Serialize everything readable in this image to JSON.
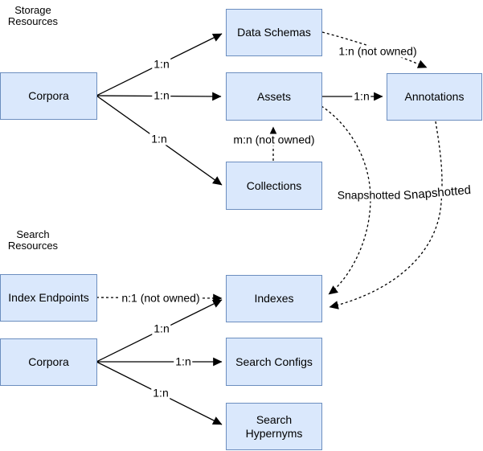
{
  "regions": {
    "storage": {
      "line1": "Storage",
      "line2": "Resources"
    },
    "search": {
      "line1": "Search",
      "line2": "Resources"
    }
  },
  "nodes": {
    "corpora_storage": "Corpora",
    "data_schemas": "Data Schemas",
    "assets": "Assets",
    "annotations": "Annotations",
    "collections": "Collections",
    "index_endpoints": "Index Endpoints",
    "corpora_search": "Corpora",
    "indexes": "Indexes",
    "search_configs": "Search Configs",
    "search_hypernyms": "Search Hypernyms"
  },
  "edge_labels": {
    "corpora_to_data_schemas": "1:n",
    "corpora_to_assets": "1:n",
    "corpora_to_collections": "1:n",
    "data_schemas_to_annotations": "1:n (not owned)",
    "assets_to_annotations": "1:n",
    "collections_to_assets": "m:n (not owned)",
    "assets_to_indexes": "Snapshotted",
    "annotations_to_indexes": "Snapshotted",
    "index_endpoints_to_indexes": "n:1 (not owned)",
    "corpora_to_indexes": "1:n",
    "corpora_to_search_configs": "1:n",
    "corpora_to_search_hypernyms": "1:n"
  },
  "colors": {
    "node_fill": "#dae8fc",
    "node_border": "#6c8ebf",
    "line": "#000000",
    "background": "#ffffff",
    "text": "#000000"
  }
}
